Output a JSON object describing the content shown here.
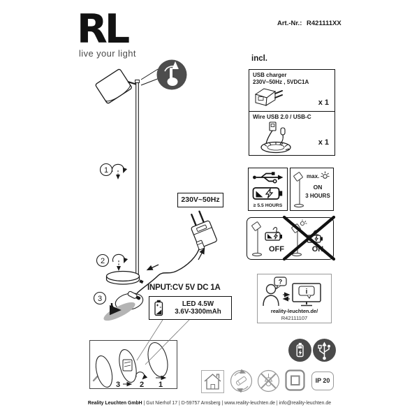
{
  "header": {
    "logo_text": "RL",
    "tagline": "live your light",
    "art_label": "Art.-Nr.:",
    "art_value": "R421111XX"
  },
  "diagram": {
    "voltage": "230V~50Hz",
    "input": "INPUT:CV 5V DC 1A",
    "led_line1": "LED 4.5W",
    "led_line2": "3.6V-3300mAh",
    "steps": {
      "one": "1",
      "two": "2",
      "three": "3"
    },
    "inset": {
      "three": "3",
      "two": "2",
      "one": "1"
    }
  },
  "included": {
    "title": "incl.",
    "item1_line1": "USB charger",
    "item1_line2": "230V~50Hz , 5VDC1A",
    "item1_qty": "x 1",
    "item2_line1": "Wire USB 2.0 / USB-C",
    "item2_qty": "x 1"
  },
  "charging": {
    "duration": "≥ 5.5 HOURS",
    "max": "max.",
    "on": "ON",
    "hours": "3 HOURS"
  },
  "warning": {
    "off": "OFF",
    "on": "ON"
  },
  "support": {
    "url": "reality-leuchten.de/",
    "code": "R42111107",
    "question_mark": "?",
    "info_mark": "i"
  },
  "ratings": {
    "ip": "IP 20"
  },
  "footer": {
    "company": "Reality Leuchten GmbH",
    "rest": " | Gut Nierhof 17 | D-59757 Arnsberg | www.reality-leuchten.de | info@reality-leuchten.de"
  },
  "colors": {
    "ink": "#1a1a1a",
    "touch_circle": "#4d4d4d",
    "badge_circle": "#4a4a4a",
    "gray_icon": "#8f8f8f"
  },
  "icons": {
    "touch": "touch-finger-gesture",
    "usb": "usb-trident",
    "battery_charging": "battery-with-lightning",
    "lamp": "floor-lamp",
    "person_question": "person-with-question-bubble",
    "monitor_info": "monitor-with-info-bubble",
    "house": "indoor-use-only",
    "cycle_lamp": "replaceable-light-source",
    "crossed_lamp": "non-replaceable-light-source",
    "class2": "protection-class-ii"
  }
}
